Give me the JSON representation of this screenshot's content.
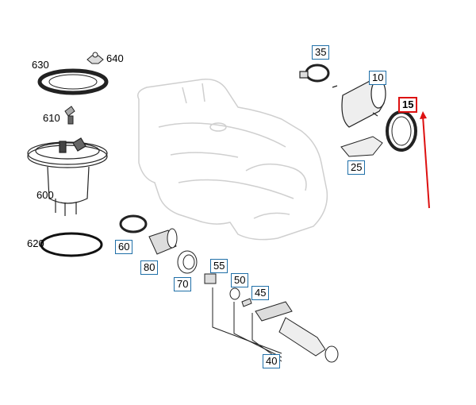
{
  "diagram": {
    "callouts": [
      {
        "id": "630",
        "text": "630",
        "style": "plain"
      },
      {
        "id": "640",
        "text": "640",
        "style": "plain"
      },
      {
        "id": "610",
        "text": "610",
        "style": "plain"
      },
      {
        "id": "600",
        "text": "600",
        "style": "plain"
      },
      {
        "id": "620",
        "text": "620",
        "style": "plain"
      },
      {
        "id": "35",
        "text": "35",
        "style": "boxed"
      },
      {
        "id": "10",
        "text": "10",
        "style": "boxed"
      },
      {
        "id": "15",
        "text": "15",
        "style": "highlighted"
      },
      {
        "id": "25",
        "text": "25",
        "style": "boxed"
      },
      {
        "id": "60",
        "text": "60",
        "style": "boxed"
      },
      {
        "id": "80",
        "text": "80",
        "style": "boxed"
      },
      {
        "id": "70",
        "text": "70",
        "style": "boxed"
      },
      {
        "id": "55",
        "text": "55",
        "style": "boxed"
      },
      {
        "id": "50",
        "text": "50",
        "style": "boxed"
      },
      {
        "id": "45",
        "text": "45",
        "style": "boxed"
      },
      {
        "id": "40",
        "text": "40",
        "style": "boxed"
      }
    ],
    "highlight_color": "#dd1111",
    "box_color": "#1f6fa8"
  }
}
